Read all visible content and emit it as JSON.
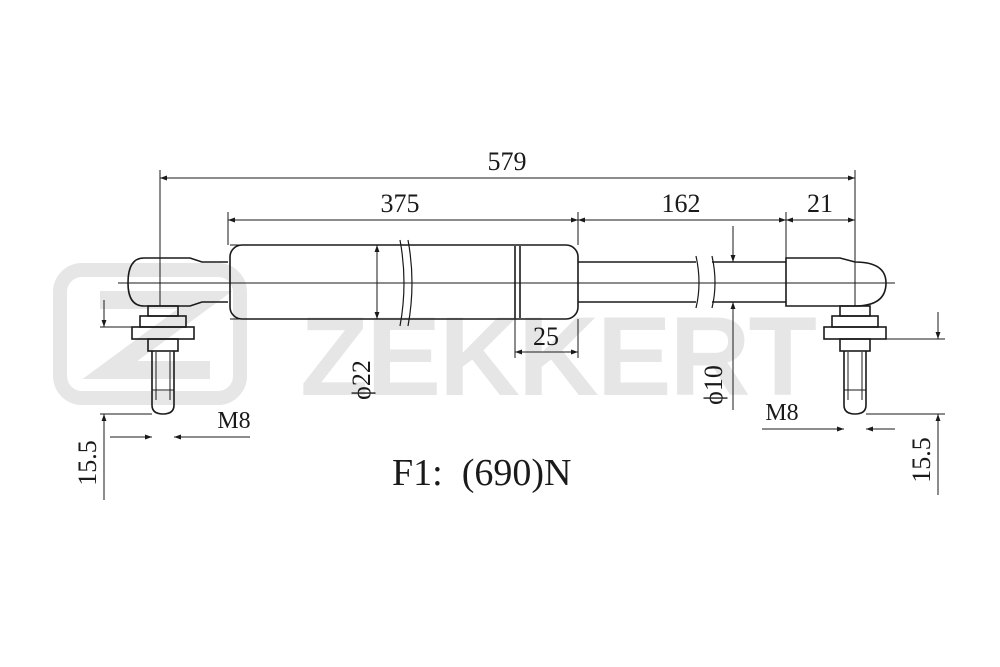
{
  "watermark": {
    "brand": "ZEKKERT",
    "color": "#e6e6e6"
  },
  "colors": {
    "line": "#1a1a1a",
    "background": "#ffffff"
  },
  "dimensions": {
    "overall": "579",
    "cylinder": "375",
    "rod": "162",
    "end": "21",
    "guide": "25",
    "cylinder_diameter": "ϕ22",
    "rod_diameter": "ϕ10",
    "thread_left": "M8",
    "thread_right": "M8",
    "stud_left": "15.5",
    "stud_right": "15.5"
  },
  "force_label": "F1:  (690)N"
}
